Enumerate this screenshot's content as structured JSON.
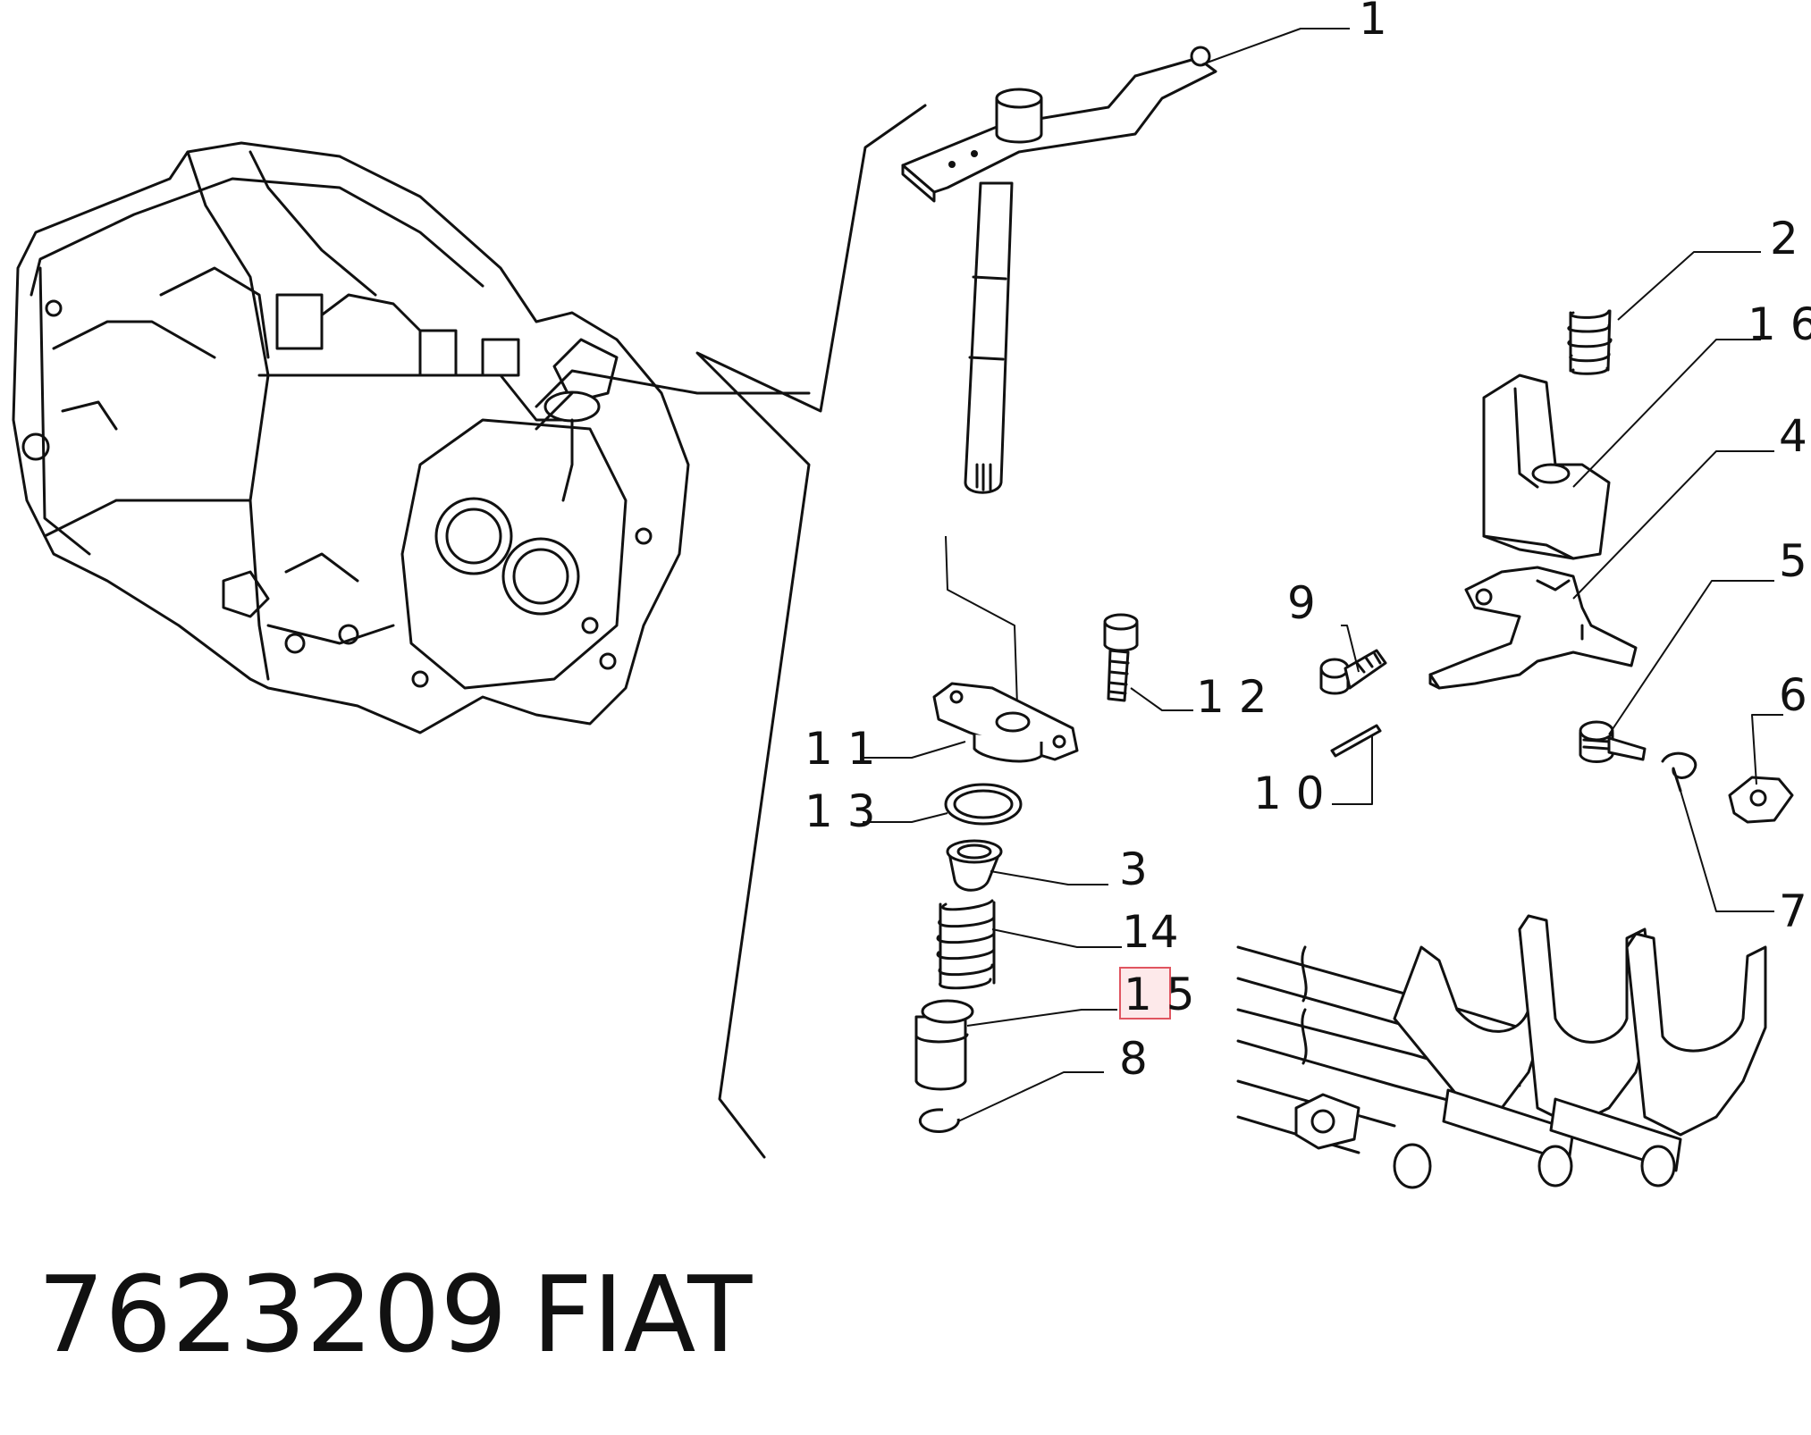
{
  "part_number": "7623209",
  "brand": "FIAT",
  "highlight_color": "#e05560",
  "callouts": {
    "c1": "1",
    "c2": "2",
    "c16": "1 6",
    "c4": "4",
    "c5": "5",
    "c6": "6",
    "c7": "7",
    "c9": "9",
    "c10": "1 0",
    "c11": "1 1",
    "c12": "1 2",
    "c13": "1 3",
    "c3": "3",
    "c14": "14",
    "c15": "1 5",
    "c8": "8"
  }
}
